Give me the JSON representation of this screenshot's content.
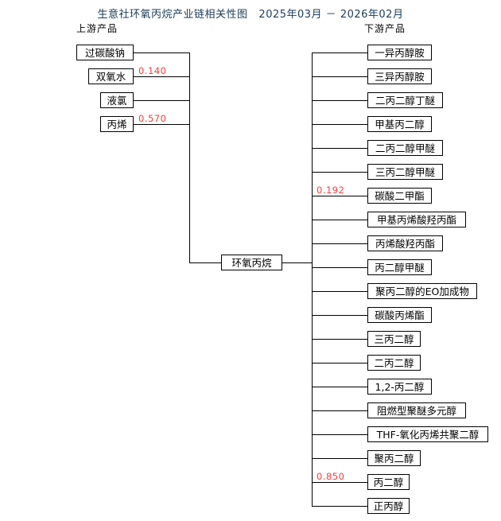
{
  "title": "生意社环氧丙烷产业链相关性图   2025年03月 － 2026年02月",
  "title_color": "#1b3b59",
  "correlation_color": "#ff3b3b",
  "headers": {
    "upstream": "上游产品",
    "downstream": "下游产品"
  },
  "center": {
    "label": "环氧丙烷"
  },
  "upstream": [
    {
      "label": "过碳酸钠",
      "value": ""
    },
    {
      "label": "双氧水",
      "value": "0.140"
    },
    {
      "label": "液氯",
      "value": ""
    },
    {
      "label": "丙烯",
      "value": "0.570"
    }
  ],
  "downstream": [
    {
      "label": "一异丙醇胺",
      "value": ""
    },
    {
      "label": "三异丙醇胺",
      "value": ""
    },
    {
      "label": "二丙二醇丁醚",
      "value": ""
    },
    {
      "label": "甲基丙二醇",
      "value": ""
    },
    {
      "label": "二丙二醇甲醚",
      "value": ""
    },
    {
      "label": "三丙二醇甲醚",
      "value": ""
    },
    {
      "label": "碳酸二甲酯",
      "value": "0.192"
    },
    {
      "label": "甲基丙烯酸羟丙酯",
      "value": ""
    },
    {
      "label": "丙烯酸羟丙酯",
      "value": ""
    },
    {
      "label": "丙二醇甲醚",
      "value": ""
    },
    {
      "label": "聚丙二醇的EO加成物",
      "value": ""
    },
    {
      "label": "碳酸丙烯酯",
      "value": ""
    },
    {
      "label": "三丙二醇",
      "value": ""
    },
    {
      "label": "二丙二醇",
      "value": ""
    },
    {
      "label": "1,2-丙二醇",
      "value": ""
    },
    {
      "label": "阻燃型聚醚多元醇",
      "value": ""
    },
    {
      "label": "THF-氧化丙烯共聚二醇",
      "value": ""
    },
    {
      "label": "聚丙二醇",
      "value": ""
    },
    {
      "label": "丙二醇",
      "value": "0.850"
    },
    {
      "label": "正丙醇",
      "value": ""
    }
  ]
}
